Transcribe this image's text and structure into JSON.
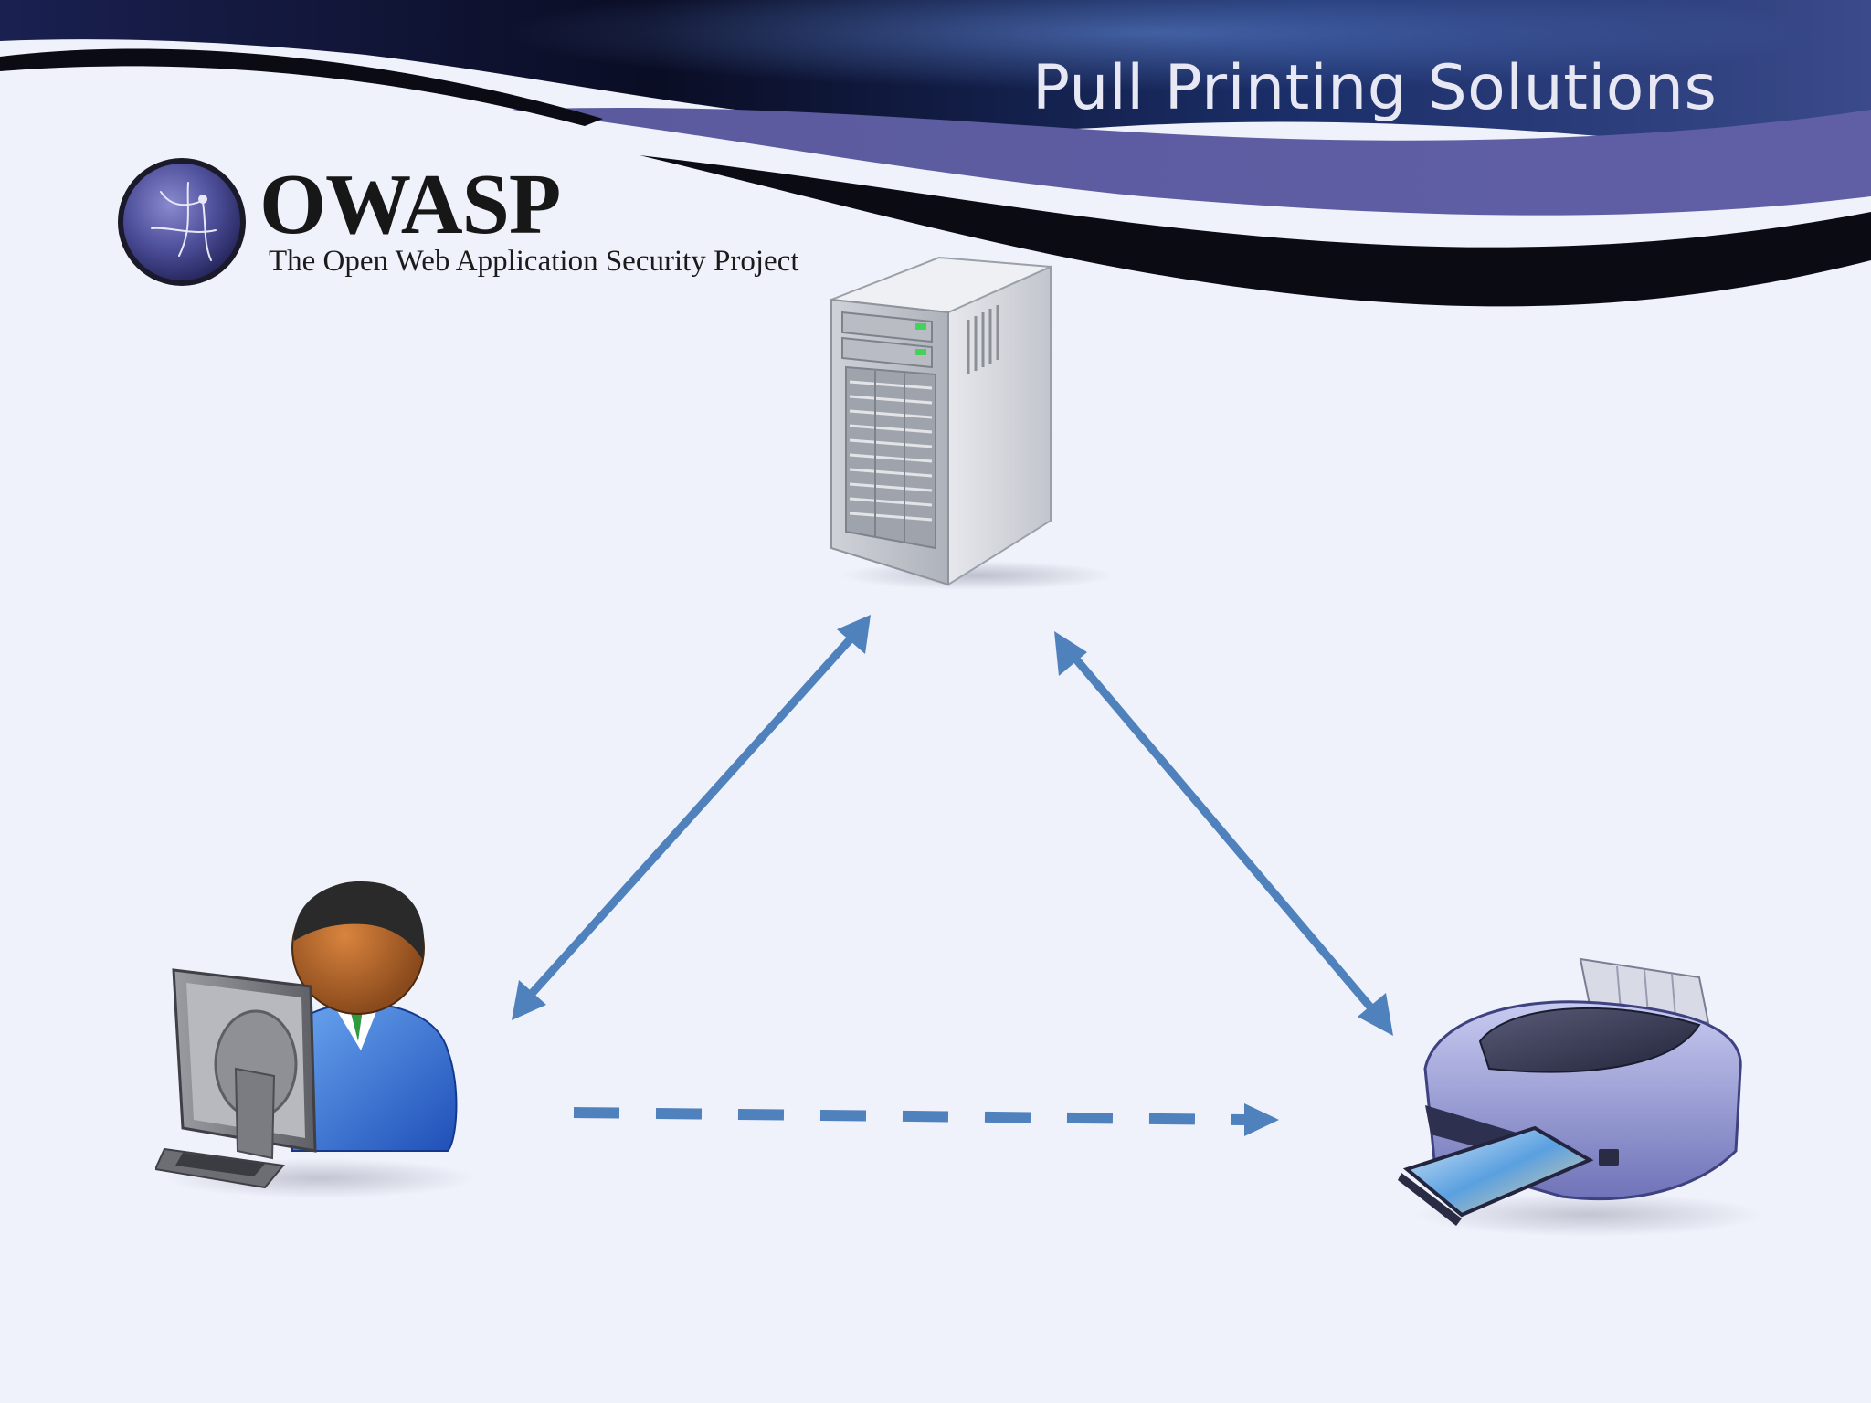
{
  "slide": {
    "title": "Pull Printing Solutions"
  },
  "logo": {
    "name": "OWASP",
    "tagline": "The Open Web Application Security Project"
  },
  "diagram": {
    "nodes": [
      {
        "id": "server",
        "icon": "server-tower-icon"
      },
      {
        "id": "user",
        "icon": "user-at-computer-icon"
      },
      {
        "id": "printer",
        "icon": "printer-icon"
      }
    ],
    "connections": [
      {
        "from": "user",
        "to": "server",
        "style": "solid",
        "direction": "both"
      },
      {
        "from": "server",
        "to": "printer",
        "style": "solid",
        "direction": "both"
      },
      {
        "from": "user",
        "to": "printer",
        "style": "dashed",
        "direction": "forward"
      }
    ]
  },
  "colors": {
    "background": "#eff1fb",
    "header_purple": "#5b5a9e",
    "header_dark": "#0b0e2a",
    "arrow_blue": "#4f81bd",
    "title_text": "#e7e8f4"
  }
}
